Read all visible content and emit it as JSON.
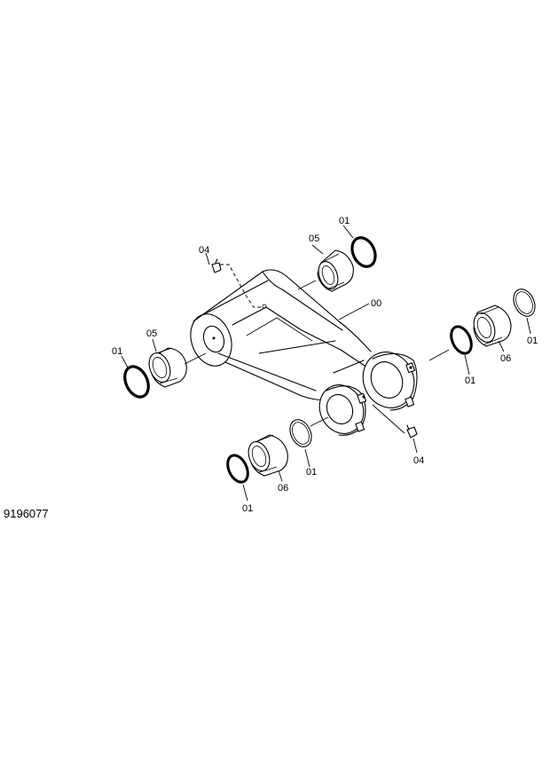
{
  "figure_code": "9196077",
  "labels": {
    "p00": "00",
    "p01a": "01",
    "p01b": "01",
    "p01c": "01",
    "p01d": "01",
    "p01e": "01",
    "p01f": "01",
    "p04a": "04",
    "p04b": "04",
    "p05a": "05",
    "p05b": "05",
    "p06a": "06",
    "p06b": "06"
  }
}
